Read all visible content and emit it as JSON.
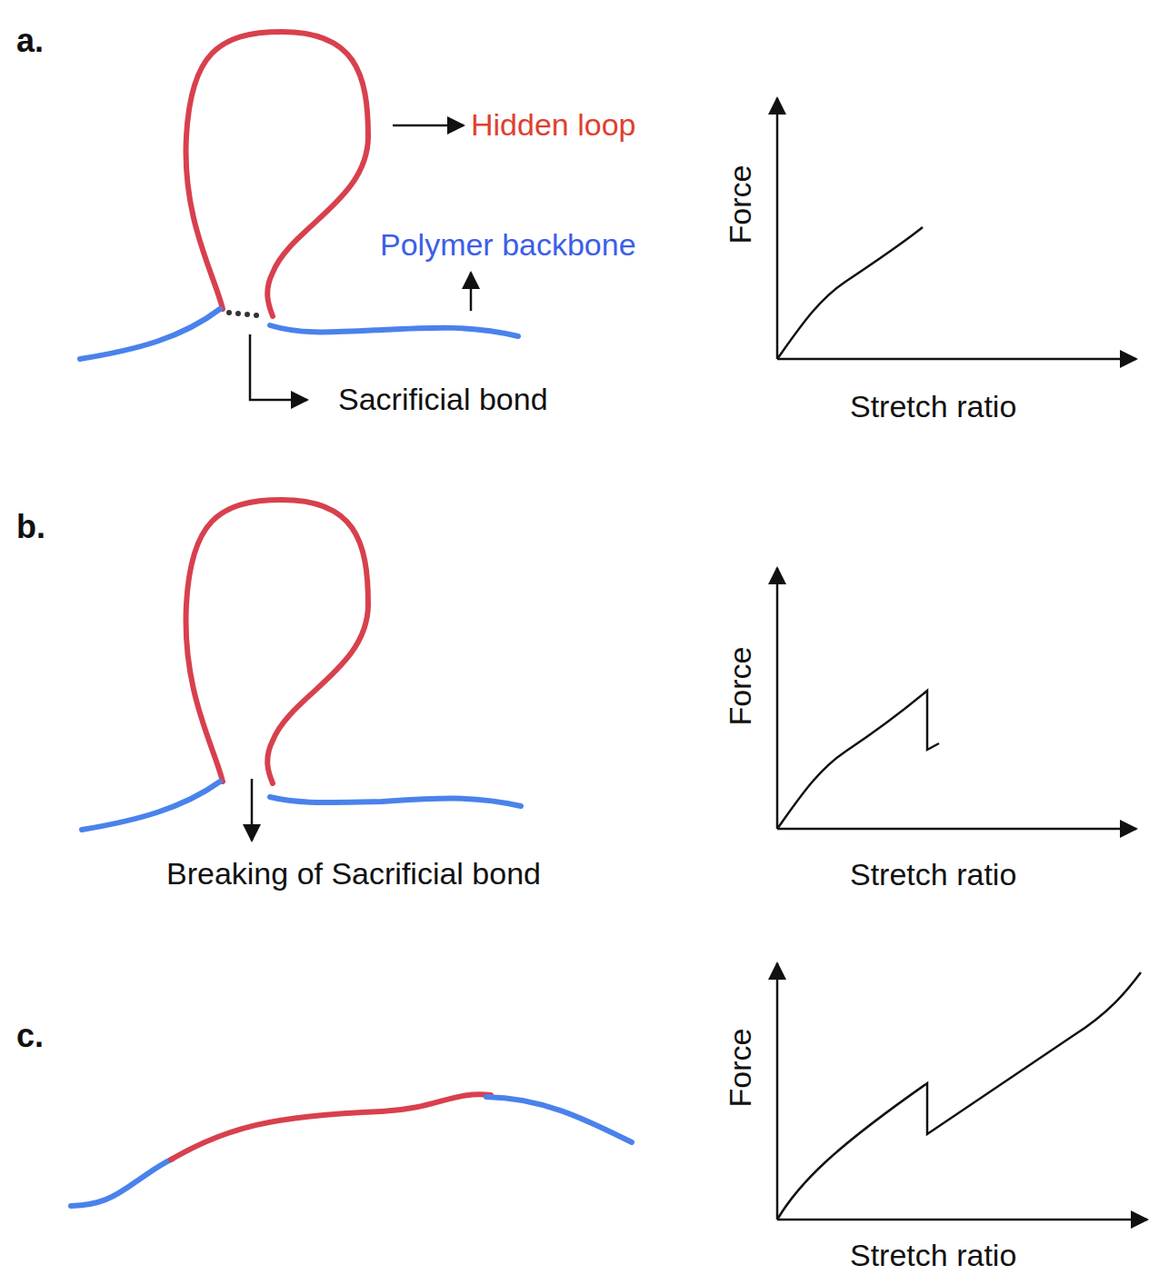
{
  "diagram": {
    "labels": [
      "a.",
      "Hidden loop",
      "Polymer backbone",
      "Sacrificial bond",
      "Force",
      "Stretch ratio",
      "b.",
      "Breaking of Sacrificial bond",
      "Force",
      "Stretch ratio",
      "c.",
      "Force",
      "Stretch ratio"
    ]
  }
}
